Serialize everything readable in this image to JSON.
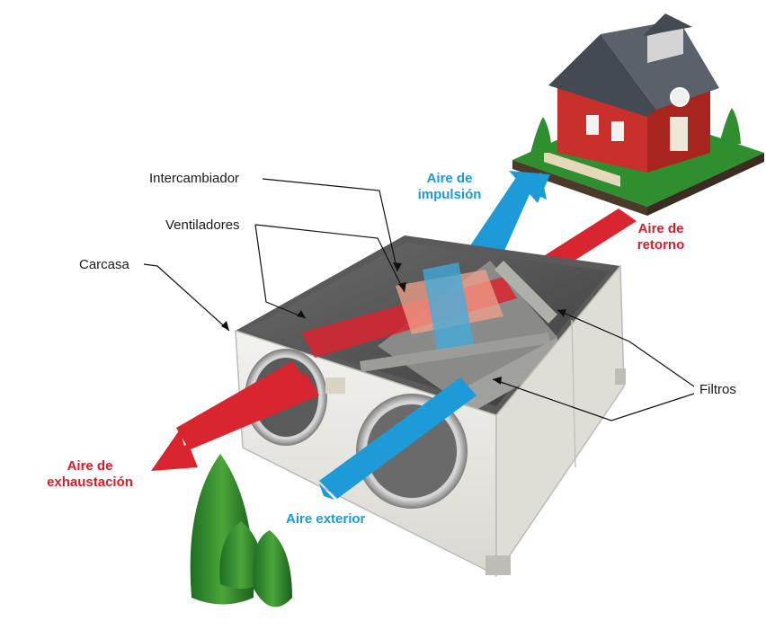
{
  "colors": {
    "hot_air": "#d9252f",
    "cold_air": "#1c9bd8",
    "unit_body": "#ecebe6",
    "tree": "#2f8a2f",
    "house": "#c9302c"
  },
  "labels": {
    "intercambiador": "Intercambiador",
    "ventiladores": "Ventiladores",
    "carcasa": "Carcasa",
    "filtros": "Filtros"
  },
  "flows": {
    "impulsion_line1": "Aire de",
    "impulsion_line2": "impulsión",
    "retorno_line1": "Aire de",
    "retorno_line2": "retorno",
    "exhaustacion_line1": "Aire de",
    "exhaustacion_line2": "exhaustación",
    "exterior": "Aire exterior"
  },
  "icons": [
    "house-icon",
    "tree-icon",
    "ventilation-unit-icon",
    "arrow-icon"
  ]
}
